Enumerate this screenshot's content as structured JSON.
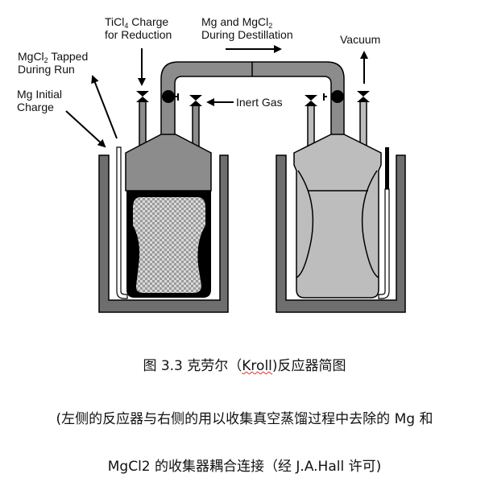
{
  "diagram": {
    "labels": {
      "ticl4_line1": "TiCl",
      "ticl4_sub": "4",
      "ticl4_line1_rest": " Charge",
      "ticl4_line2": "for Reduction",
      "mg_mgcl2_line1": "Mg and MgCl",
      "mg_mgcl2_sub": "2",
      "mg_mgcl2_line2": "During Destillation",
      "vacuum": "Vacuum",
      "mgcl2_tapped_line1": "MgCl",
      "mgcl2_tapped_sub": "2",
      "mgcl2_tapped_rest": " Tapped",
      "mgcl2_tapped_line2": "During Run",
      "mg_initial_line1": "Mg Initial",
      "mg_initial_line2": "Charge",
      "inert_gas": "Inert Gas"
    },
    "colors": {
      "furnace": "#6e6e6e",
      "reactor_lid": "#8c8c8c",
      "reactor_body": "#000000",
      "collector": "#bdbdbd"
    }
  },
  "caption": {
    "title_prefix": "图 3.3  克劳尔（",
    "title_kroll": "Kroll",
    "title_suffix": ")反应器简图",
    "line2": "(左侧的反应器与右侧的用以收集真空蒸馏过程中去除的 Mg 和",
    "line3": "MgCl2 的收集器耦合连接（经 J.A.Hall 许可)"
  }
}
